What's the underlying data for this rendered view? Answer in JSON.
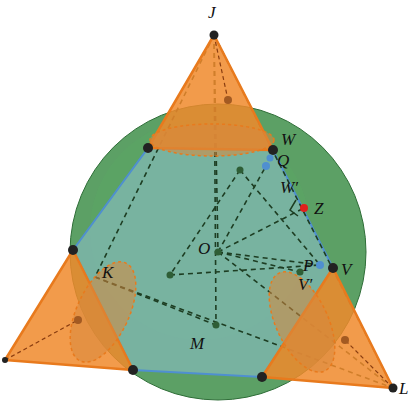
{
  "diagram": {
    "labels": [
      "J",
      "W",
      "Q",
      "W′",
      "Z",
      "O",
      "P",
      "V",
      "V′",
      "K",
      "M",
      "L"
    ]
  }
}
